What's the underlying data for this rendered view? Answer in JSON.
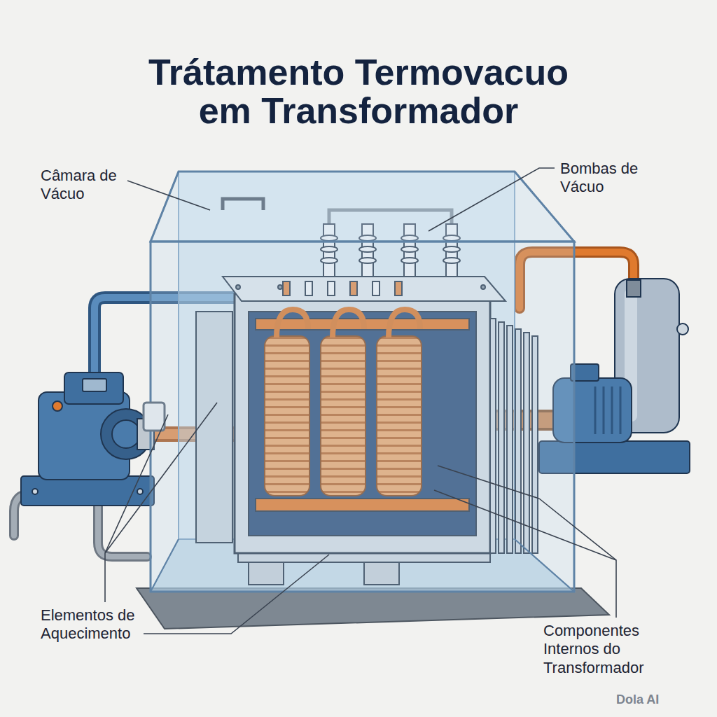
{
  "diagram": {
    "title": "Trátamento Termovacuo em Transformador",
    "labels": [
      "Câmara de Vácuo",
      "Bombas de Vácuo",
      "Elementos de Aquecimento",
      "Componentes Internos do Transformador",
      "Dola AI"
    ]
  }
}
